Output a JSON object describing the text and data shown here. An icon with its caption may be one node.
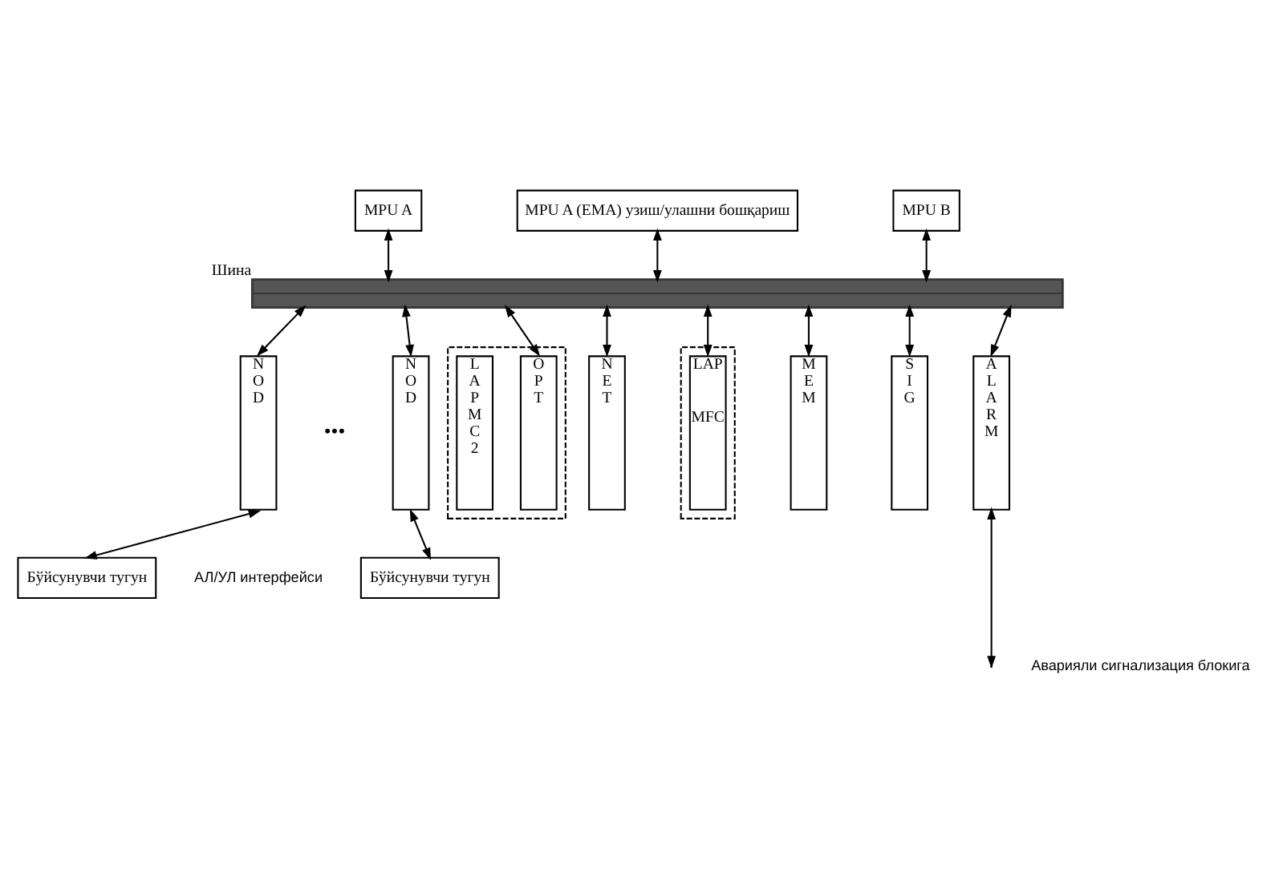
{
  "diagram": {
    "nodes": [
      {
        "text": [
          "MPU A"
        ]
      },
      {
        "text": [
          "MPU A (EMA) узиш/улашни бошқариш"
        ]
      },
      {
        "text": [
          "MPU B"
        ]
      },
      {
        "text": [
          "Шина"
        ]
      },
      {
        "text": [
          "NOD"
        ]
      },
      {
        "text": [
          "NOD"
        ]
      },
      {
        "text": [],
        "shape": "box"
      },
      {
        "text": [
          "LAPMC2"
        ],
        "in": 6
      },
      {
        "text": [
          "OPT"
        ],
        "in": 6
      },
      {
        "text": [
          "NET"
        ]
      },
      {
        "text": [],
        "shape": "box"
      },
      {
        "text": [
          "LAP",
          "MFC"
        ],
        "in": 10
      },
      {
        "text": [
          "MEM"
        ]
      },
      {
        "text": [
          "SIG"
        ]
      },
      {
        "text": [
          "ALARM"
        ]
      },
      {
        "text": [
          "Бўйсунувчи тугун"
        ]
      },
      {
        "text": [
          "Бўйсунувчи тугун"
        ]
      }
    ],
    "edges": [
      {
        "from": 0,
        "to": 3,
        "arrow": "both"
      },
      {
        "from": 1,
        "to": 3,
        "arrow": "both"
      },
      {
        "from": 2,
        "to": 3,
        "arrow": "both"
      },
      {
        "from": 3,
        "to": 4,
        "arrow": "both"
      },
      {
        "from": 3,
        "to": 5,
        "arrow": "both"
      },
      {
        "from": 3,
        "to": 8,
        "arrow": "both"
      },
      {
        "from": 3,
        "to": 9,
        "arrow": "both"
      },
      {
        "from": 3,
        "to": 11,
        "arrow": "both"
      },
      {
        "from": 3,
        "to": 12,
        "arrow": "both"
      },
      {
        "from": 3,
        "to": 13,
        "arrow": "both"
      },
      {
        "from": 3,
        "to": 14,
        "arrow": "both"
      },
      {
        "from": 4,
        "to": 15,
        "arrow": "both"
      },
      {
        "from": 5,
        "to": 16,
        "arrow": "both"
      },
      {
        "from": 14,
        "to": null,
        "arrow": "both"
      }
    ],
    "labels": [
      "•••",
      "АЛ/УЛ интерфейси",
      "Аварияли сигнализация блокига"
    ]
  }
}
